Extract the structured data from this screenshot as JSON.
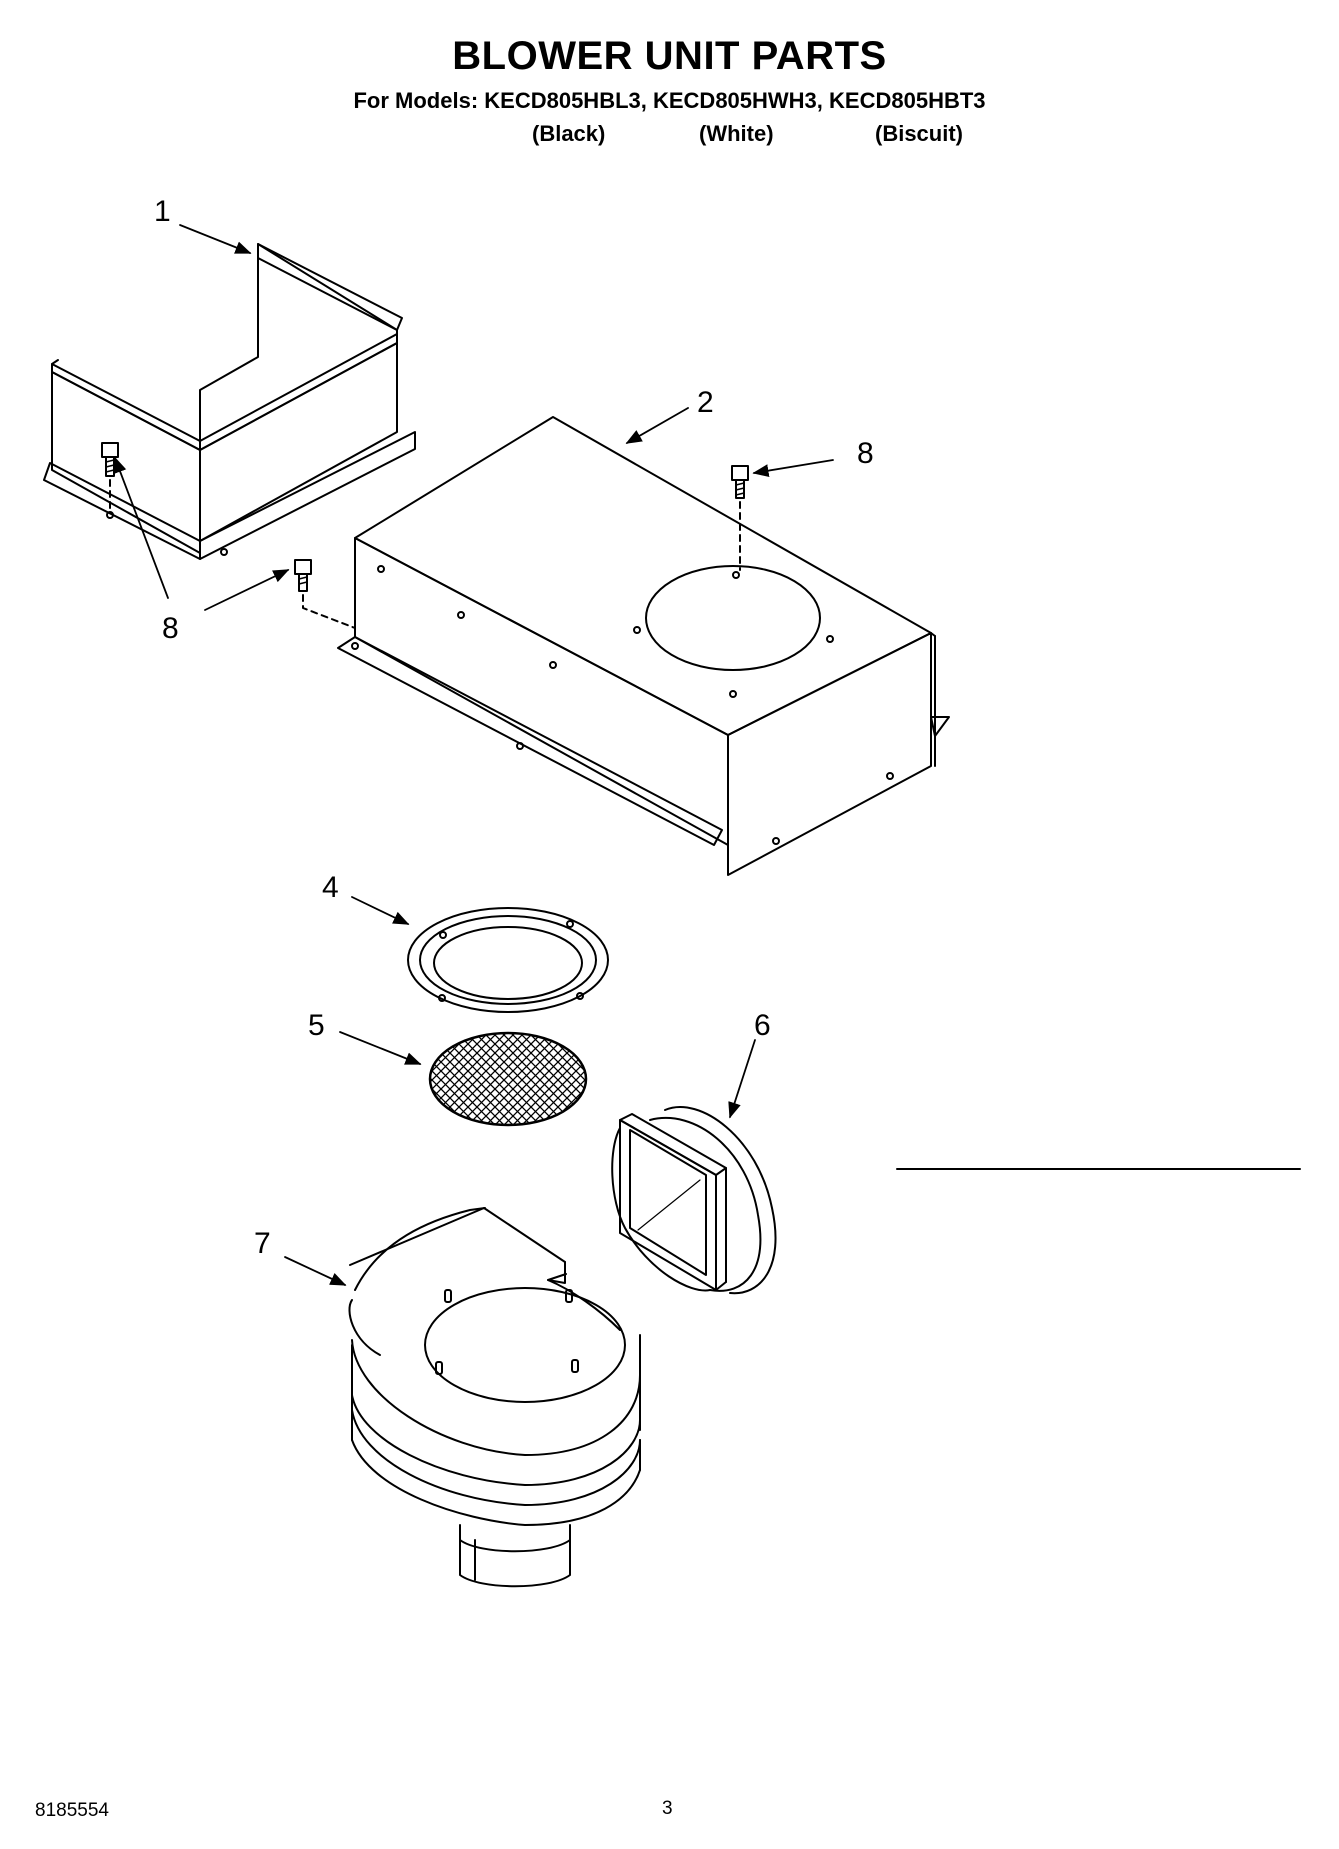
{
  "header": {
    "title": "BLOWER UNIT PARTS",
    "models_line": "For Models: KECD805HBL3, KECD805HWH3, KECD805HBT3",
    "colors": [
      "(Black)",
      "(White)",
      "(Biscuit)"
    ]
  },
  "callouts": {
    "c1": "1",
    "c2": "2",
    "c4": "4",
    "c5": "5",
    "c6": "6",
    "c7": "7",
    "c8a": "8",
    "c8b": "8"
  },
  "footer": {
    "doc_number": "8185554",
    "page_number": "3"
  }
}
